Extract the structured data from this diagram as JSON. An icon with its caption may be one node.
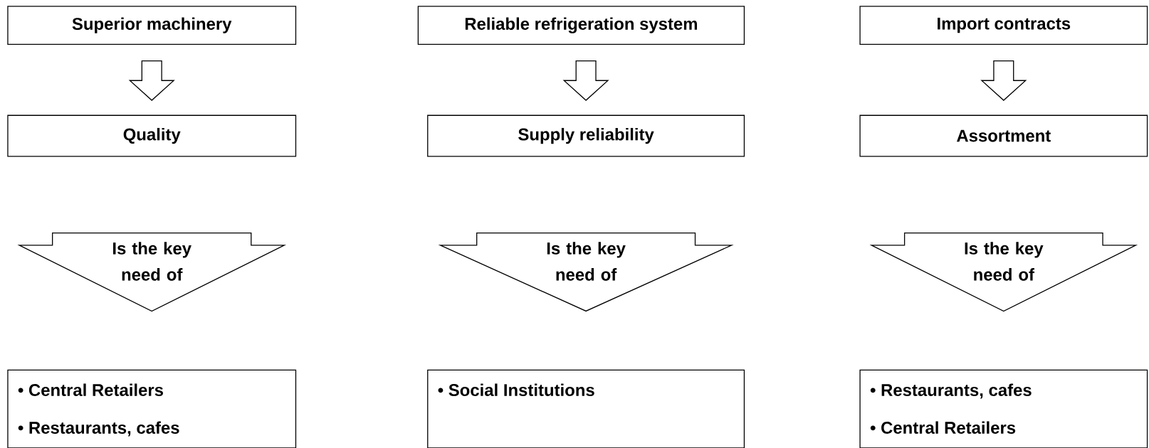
{
  "diagram": {
    "nodes": [
      {
        "text": [
          "Superior machinery"
        ]
      },
      {
        "text": [
          "Reliable refrigeration system"
        ]
      },
      {
        "text": [
          "Import contracts"
        ]
      },
      {
        "text": [
          "Quality"
        ]
      },
      {
        "text": [
          "Supply reliability"
        ]
      },
      {
        "text": [
          "Assortment"
        ]
      },
      {
        "text": [
          "• Central Retailers",
          "• Restaurants, cafes"
        ]
      },
      {
        "text": [
          "• Social Institutions"
        ]
      },
      {
        "text": [
          "• Restaurants, cafes",
          "• Central Retailers"
        ]
      }
    ],
    "edges": [
      {
        "from": 0,
        "to": 3,
        "arrow": "to"
      },
      {
        "from": 1,
        "to": 4,
        "arrow": "to"
      },
      {
        "from": 2,
        "to": 5,
        "arrow": "to"
      },
      {
        "from": 3,
        "to": 6,
        "arrow": "to",
        "label": "Is the key need of"
      },
      {
        "from": 4,
        "to": 7,
        "arrow": "to",
        "label": "Is the key need of"
      },
      {
        "from": 5,
        "to": 8,
        "arrow": "to",
        "label": "Is the key need of"
      }
    ]
  }
}
